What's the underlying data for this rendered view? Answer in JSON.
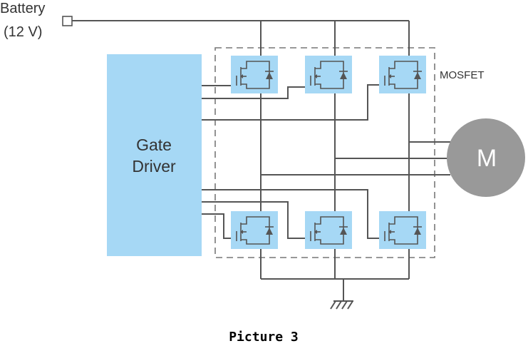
{
  "battery": {
    "line1": "Battery",
    "line2": "(12 V)"
  },
  "gate_driver": {
    "line1": "Gate",
    "line2": "Driver"
  },
  "mosfet_label": "MOSFET",
  "motor_label": "M",
  "caption": "Picture 3",
  "colors": {
    "driver_fill": "#a6d8f5",
    "mosfet_fill": "#a6d8f5",
    "motor_fill": "#999999",
    "motor_text": "#ffffff",
    "wire": "#555555",
    "dashed_box": "#777777"
  },
  "icons": [
    "terminal-icon",
    "mosfet-icon",
    "ground-icon",
    "motor-icon"
  ]
}
